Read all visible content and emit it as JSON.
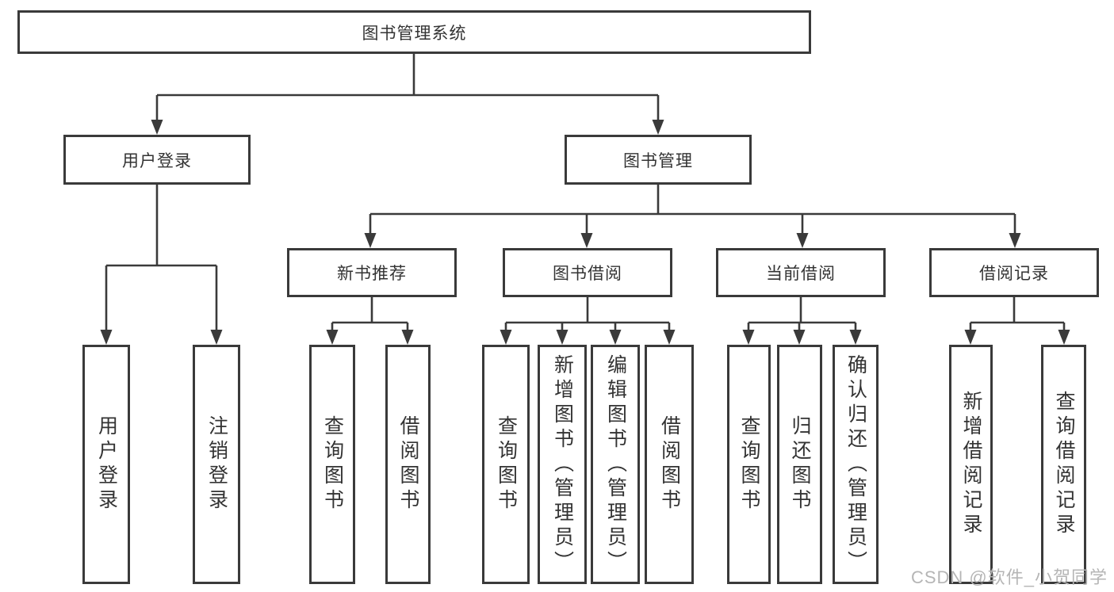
{
  "diagram": {
    "root": {
      "label": "图书管理系统"
    },
    "level2": [
      {
        "id": "user-login",
        "label": "用户登录"
      },
      {
        "id": "book-management",
        "label": "图书管理"
      }
    ],
    "level3": [
      {
        "id": "new-book-recommend",
        "label": "新书推荐"
      },
      {
        "id": "book-borrowing",
        "label": "图书借阅"
      },
      {
        "id": "current-borrowing",
        "label": "当前借阅"
      },
      {
        "id": "borrowing-records",
        "label": "借阅记录"
      }
    ],
    "leaves": [
      {
        "id": "user-login-leaf",
        "label": "用户登录"
      },
      {
        "id": "logout-leaf",
        "label": "注销登录"
      },
      {
        "id": "query-books-recommend",
        "label": "查询图书"
      },
      {
        "id": "borrow-books-recommend",
        "label": "借阅图书"
      },
      {
        "id": "query-books-borrowing",
        "label": "查询图书"
      },
      {
        "id": "add-books-admin",
        "label": "新增图书（管理员）"
      },
      {
        "id": "edit-books-admin",
        "label": "编辑图书（管理员）"
      },
      {
        "id": "borrow-books-borrowing",
        "label": "借阅图书"
      },
      {
        "id": "query-books-current",
        "label": "查询图书"
      },
      {
        "id": "return-books",
        "label": "归还图书"
      },
      {
        "id": "confirm-return-admin",
        "label": "确认归还（管理员）"
      },
      {
        "id": "add-borrow-record",
        "label": "新增借阅记录"
      },
      {
        "id": "query-borrow-record",
        "label": "查询借阅记录"
      }
    ]
  },
  "watermark": {
    "text": "CSDN @软件_小贺同学"
  },
  "colors": {
    "line": "#3a3a3a",
    "text": "#333333",
    "background": "#ffffff",
    "watermark": "#b5b5b5"
  }
}
